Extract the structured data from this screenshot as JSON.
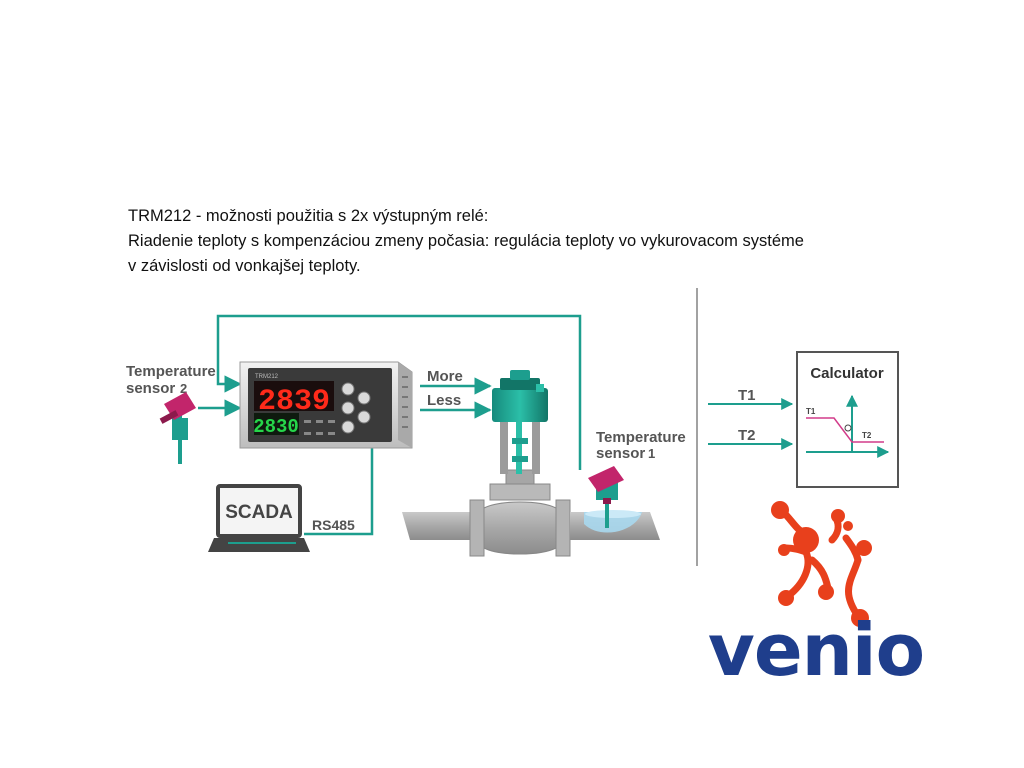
{
  "description": {
    "line1": "TRM212 - možnosti použitia s 2x výstupným relé:",
    "line2": "Riadenie teploty s kompenzáciou zmeny počasia: regulácia teploty vo vykurovacom systéme",
    "line3": "v závislosti od vonkajšej teploty."
  },
  "diagram": {
    "sensor2_label_line1": "Temperature",
    "sensor2_label_line2": "sensor",
    "sensor2_number": "2",
    "sensor1_label_line1": "Temperature",
    "sensor1_label_line2": "sensor",
    "sensor1_number": "1",
    "more_label": "More",
    "less_label": "Less",
    "scada_label": "SCADA",
    "rs485_label": "RS485",
    "device_display_top": "2839",
    "device_display_bottom": "2830",
    "device_model": "TRM212"
  },
  "calculator": {
    "title": "Calculator",
    "t1_input": "T1",
    "t2_input": "T2",
    "graph_t1": "T1",
    "graph_t2": "T2"
  },
  "logo": {
    "text": "venio"
  },
  "colors": {
    "teal": "#1d9e8e",
    "logo_blue": "#1f3e8c",
    "logo_orange": "#e8401c",
    "red_digits": "#ff2a1a",
    "green_digits": "#26d64a",
    "sensor_pink": "#c2256b"
  }
}
